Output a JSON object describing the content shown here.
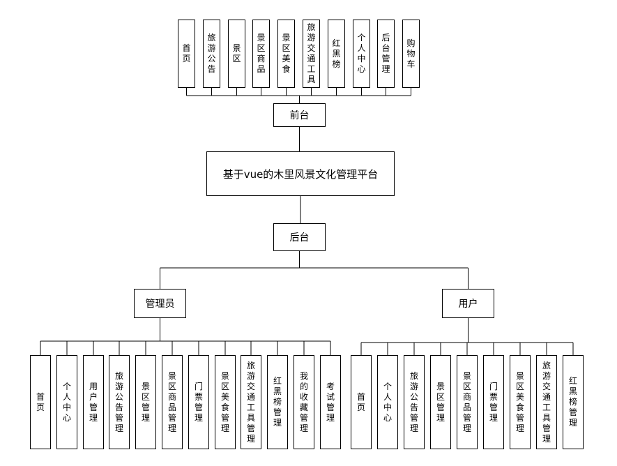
{
  "root": {
    "label": "基于vue的木里风景文化管理平台"
  },
  "frontend": {
    "label": "前台",
    "items": [
      "首页",
      "旅游公告",
      "景区",
      "景区商品",
      "景区美食",
      "旅游交通工具",
      "红黑榜",
      "个人中心",
      "后台管理",
      "购物车"
    ]
  },
  "backend": {
    "label": "后台"
  },
  "admin": {
    "label": "管理员",
    "items": [
      "首页",
      "个人中心",
      "用户管理",
      "旅游公告管理",
      "景区管理",
      "景区商品管理",
      "门票管理",
      "景区美食管理",
      "旅游交通工具管理",
      "红黑榜管理",
      "我的收藏管理",
      "考试管理"
    ]
  },
  "user": {
    "label": "用户",
    "items": [
      "首页",
      "个人中心",
      "旅游公告管理",
      "景区管理",
      "景区商品管理",
      "门票管理",
      "景区美食管理",
      "旅游交通工具管理",
      "红黑榜管理"
    ]
  }
}
